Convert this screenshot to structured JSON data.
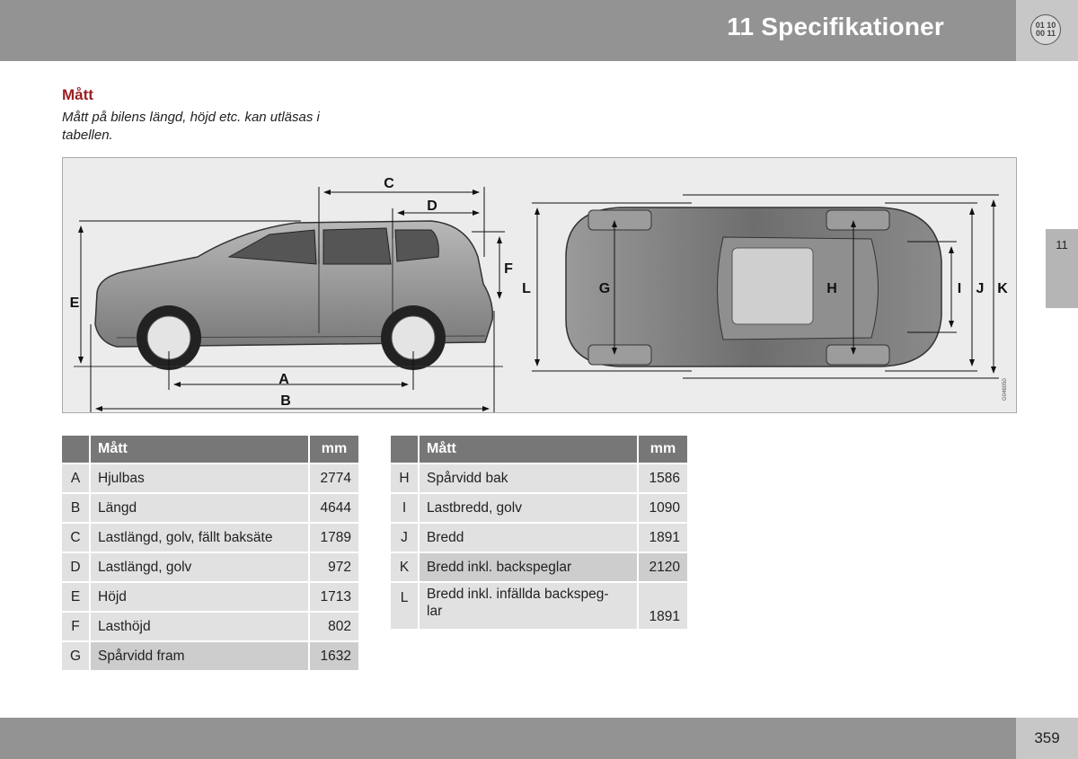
{
  "header": {
    "title": "11 Specifikationer",
    "icon_line1": "01 10",
    "icon_line2": "00 11"
  },
  "side_tab": "11",
  "section": {
    "title": "Mått",
    "intro": "Mått på bilens längd, höjd etc. kan utläsas i tabellen."
  },
  "figure": {
    "labels": {
      "A": "A",
      "B": "B",
      "C": "C",
      "D": "D",
      "E": "E",
      "F": "F",
      "G": "G",
      "H": "H",
      "I": "I",
      "J": "J",
      "K": "K",
      "L": "L"
    },
    "code": "G046050"
  },
  "table_left": {
    "headers": {
      "col_name": "Mått",
      "col_value": "mm"
    },
    "rows": [
      {
        "letter": "A",
        "label": "Hjulbas",
        "value": "2774"
      },
      {
        "letter": "B",
        "label": "Längd",
        "value": "4644"
      },
      {
        "letter": "C",
        "label": "Lastlängd, golv, fällt baksäte",
        "value": "1789"
      },
      {
        "letter": "D",
        "label": "Lastlängd, golv",
        "value": "972"
      },
      {
        "letter": "E",
        "label": "Höjd",
        "value": "1713"
      },
      {
        "letter": "F",
        "label": "Lasthöjd",
        "value": "802"
      },
      {
        "letter": "G",
        "label": "Spårvidd fram",
        "value": "1632"
      }
    ]
  },
  "table_right": {
    "headers": {
      "col_name": "Mått",
      "col_value": "mm"
    },
    "rows": [
      {
        "letter": "H",
        "label": "Spårvidd bak",
        "value": "1586"
      },
      {
        "letter": "I",
        "label": "Lastbredd, golv",
        "value": "1090"
      },
      {
        "letter": "J",
        "label": "Bredd",
        "value": "1891"
      },
      {
        "letter": "K",
        "label": "Bredd inkl. backspeglar",
        "value": "2120"
      },
      {
        "letter": "L",
        "label_line1": "Bredd inkl. infällda backspeg-",
        "label_line2": "lar",
        "value": "1891"
      }
    ]
  },
  "footer": {
    "page_number": "359"
  },
  "colors": {
    "header_bar": "#939393",
    "corner": "#c7c7c7",
    "section_title": "#9b2023",
    "table_header": "#777777",
    "table_cell": "#e1e1e1",
    "table_cell_dark": "#cdcdcd"
  }
}
